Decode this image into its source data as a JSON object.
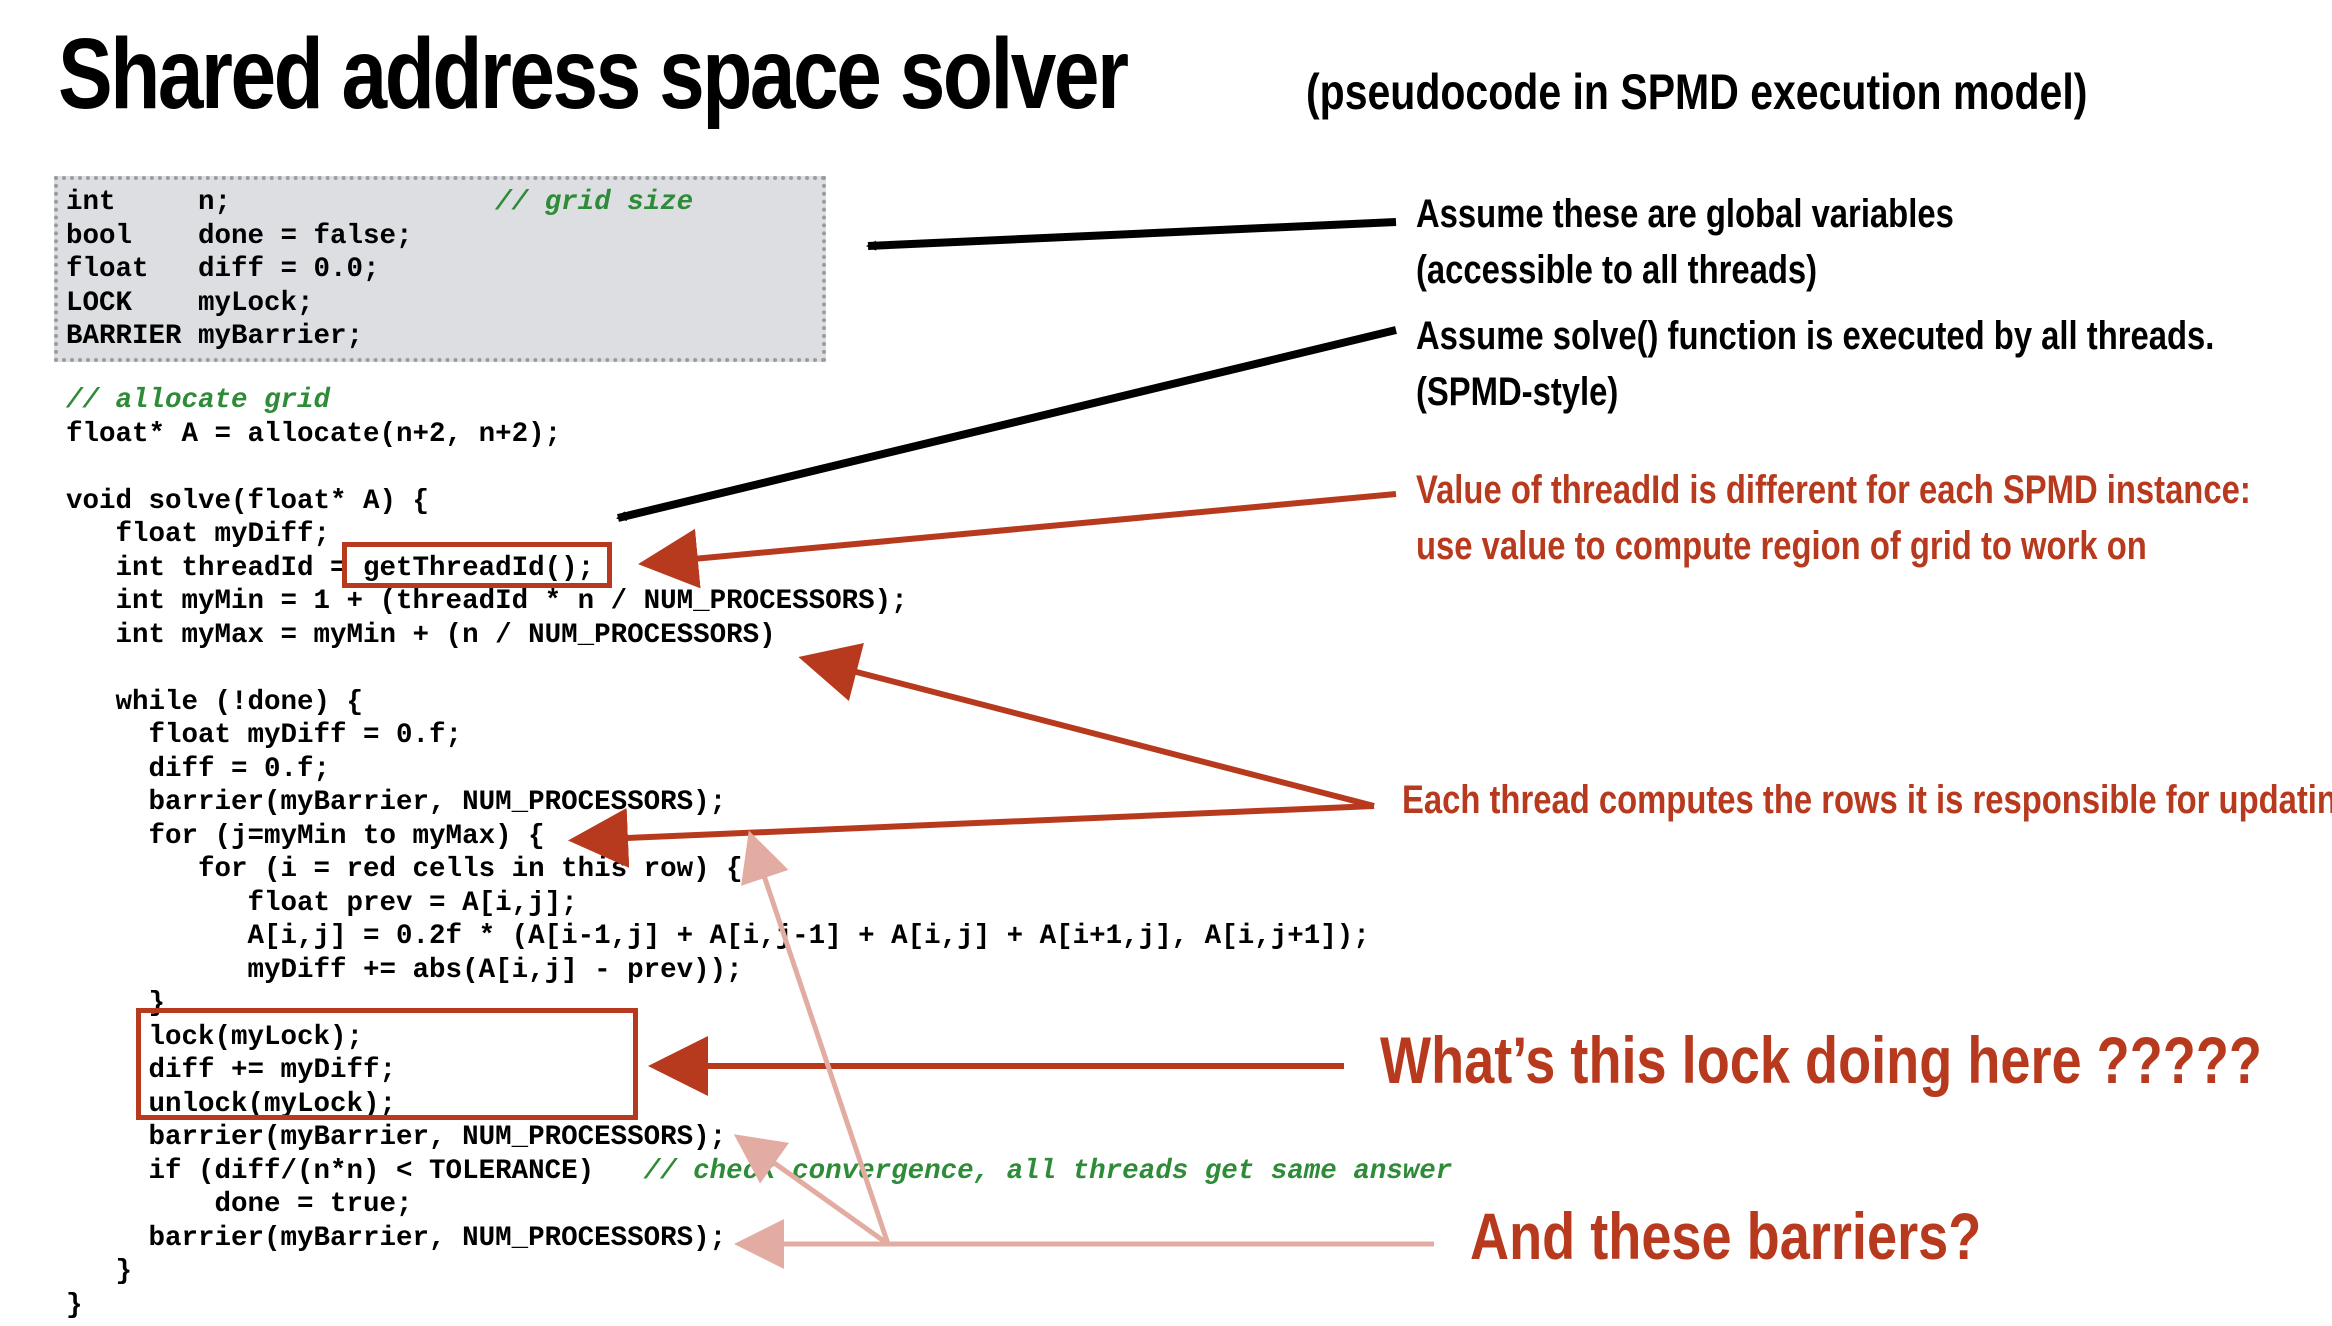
{
  "title": "Shared address space solver",
  "subtitle": "(pseudocode in SPMD execution model)",
  "code": {
    "globals": [
      {
        "type": "int",
        "pad": "     ",
        "text": "n;",
        "gap": "                ",
        "comment": "// grid size"
      },
      {
        "type": "bool",
        "pad": "    ",
        "text": "done = false;",
        "gap": "",
        "comment": ""
      },
      {
        "type": "float",
        "pad": "   ",
        "text": "diff = 0.0;",
        "gap": "",
        "comment": ""
      },
      {
        "type": "LOCK",
        "pad": "    ",
        "text": "myLock;",
        "gap": "",
        "comment": ""
      },
      {
        "type": "BARRIER",
        "pad": " ",
        "text": "myBarrier;",
        "gap": "",
        "comment": ""
      }
    ],
    "alloc_comment": "// allocate grid",
    "alloc": "float* A = allocate(n+2, n+2);",
    "body": [
      "void solve(float* A) {",
      "   float myDiff;",
      "   int threadId = getThreadId();",
      "   int myMin = 1 + (threadId * n / NUM_PROCESSORS);",
      "   int myMax = myMin + (n / NUM_PROCESSORS)",
      "",
      "   while (!done) {",
      "     float myDiff = 0.f;",
      "     diff = 0.f;",
      "     barrier(myBarrier, NUM_PROCESSORS);",
      "     for (j=myMin to myMax) {",
      "        for (i = red cells in this row) {",
      "           float prev = A[i,j];",
      "           A[i,j] = 0.2f * (A[i-1,j] + A[i,j-1] + A[i,j] + A[i+1,j], A[i,j+1]);",
      "           myDiff += abs(A[i,j] - prev));",
      "     }",
      "     lock(myLock);",
      "     diff += myDiff;",
      "     unlock(myLock);",
      "     barrier(myBarrier, NUM_PROCESSORS);",
      "     if (diff/(n*n) < TOLERANCE)   ",
      "         done = true;",
      "     barrier(myBarrier, NUM_PROCESSORS);",
      "   }",
      "}"
    ],
    "convergence_comment": "// check convergence, all threads get same answer"
  },
  "annotations": {
    "globals": [
      "Assume these are global variables",
      "(accessible to all threads)"
    ],
    "solve": [
      "Assume solve() function is executed by all threads.",
      "(SPMD-style)"
    ],
    "threadid": [
      "Value of threadId is different for each SPMD instance:",
      "use value to compute region of grid to work on"
    ],
    "rows": "Each thread computes the rows it is responsible for updating",
    "lock": "What’s this lock doing here ?????",
    "barriers": "And these barriers?"
  },
  "colors": {
    "annotation_red": "#b83a1e",
    "faded_red": "#e2aca2",
    "comment_green": "#2e8b37",
    "globals_box_fill": "#dcdee2"
  }
}
